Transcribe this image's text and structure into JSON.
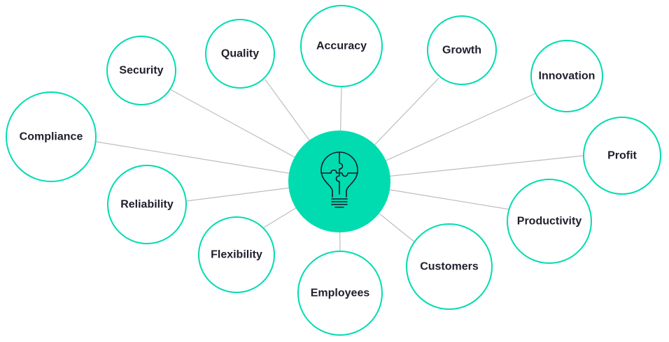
{
  "colors": {
    "accent": "#00dcb0",
    "connector": "#bdbdbd",
    "label": "#1f1f2e",
    "icon": "#1a1a2a"
  },
  "hub": {
    "icon": "lightbulb-puzzle-icon"
  },
  "nodes": [
    {
      "id": "security",
      "label": "Security"
    },
    {
      "id": "quality",
      "label": "Quality"
    },
    {
      "id": "accuracy",
      "label": "Accuracy"
    },
    {
      "id": "growth",
      "label": "Growth"
    },
    {
      "id": "innovation",
      "label": "Innovation"
    },
    {
      "id": "compliance",
      "label": "Compliance"
    },
    {
      "id": "profit",
      "label": "Profit"
    },
    {
      "id": "reliability",
      "label": "Reliability"
    },
    {
      "id": "productivity",
      "label": "Productivity"
    },
    {
      "id": "flexibility",
      "label": "Flexibility"
    },
    {
      "id": "customers",
      "label": "Customers"
    },
    {
      "id": "employees",
      "label": "Employees"
    }
  ]
}
